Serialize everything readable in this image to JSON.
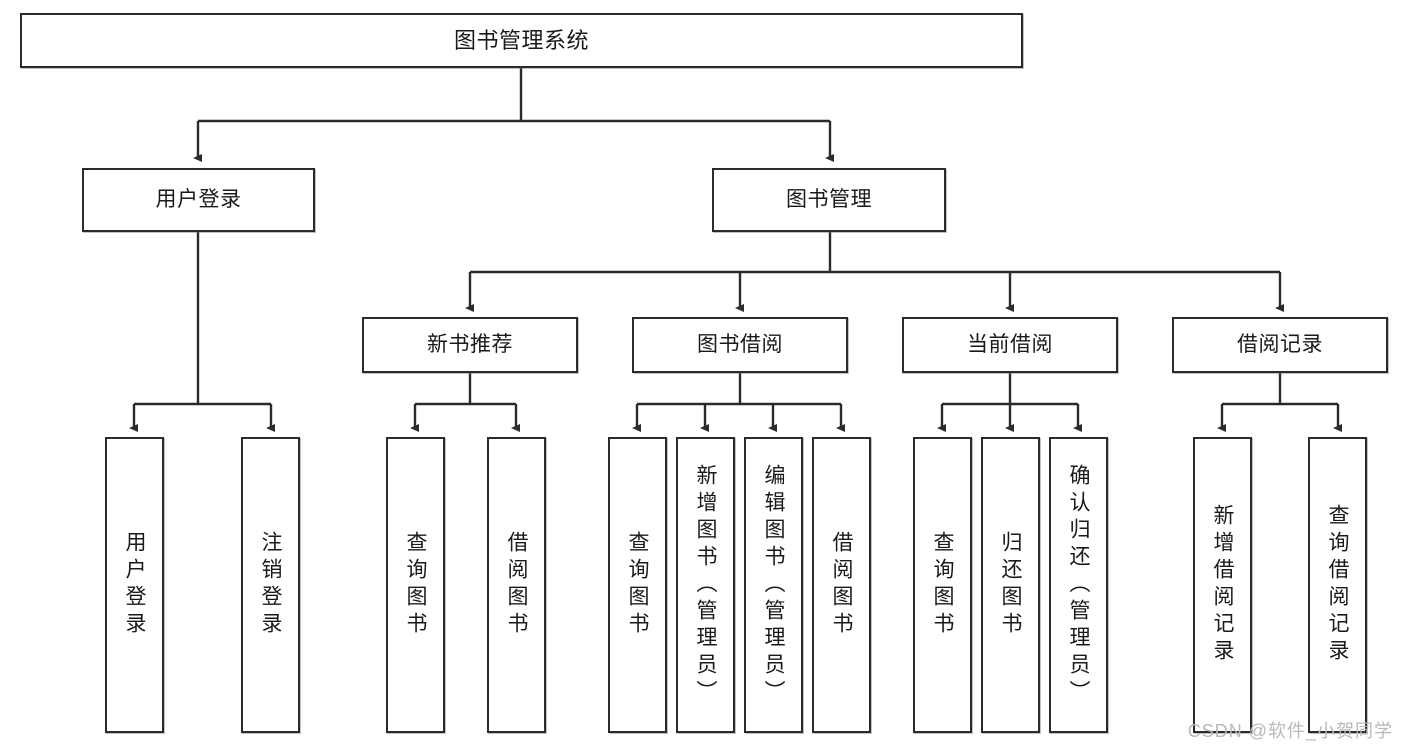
{
  "diagram": {
    "type": "tree-hierarchy",
    "title": "图书管理系统",
    "watermark": "CSDN @软件_小贺同学",
    "colors": {
      "stroke": "#2b2b2b",
      "fill": "#ffffff",
      "text": "#1a1a1a",
      "watermark": "#b9b9b9"
    },
    "nodes": {
      "root": {
        "label": "图书管理系统"
      },
      "level2": [
        {
          "label": "用户登录"
        },
        {
          "label": "图书管理"
        }
      ],
      "level3": [
        {
          "label": "新书推荐"
        },
        {
          "label": "图书借阅"
        },
        {
          "label": "当前借阅"
        },
        {
          "label": "借阅记录"
        }
      ],
      "leaves": {
        "user_login": [
          {
            "label": "用户登录"
          },
          {
            "label": "注销登录"
          }
        ],
        "new_book_recommend": [
          {
            "label": "查询图书"
          },
          {
            "label": "借阅图书"
          }
        ],
        "book_borrow": [
          {
            "label": "查询图书"
          },
          {
            "label": "新增图书（管理员）"
          },
          {
            "label": "编辑图书（管理员）"
          },
          {
            "label": "借阅图书"
          }
        ],
        "current_borrow": [
          {
            "label": "查询图书"
          },
          {
            "label": "归还图书"
          },
          {
            "label": "确认归还（管理员）"
          }
        ],
        "borrow_record": [
          {
            "label": "新增借阅记录"
          },
          {
            "label": "查询借阅记录"
          }
        ]
      }
    }
  }
}
